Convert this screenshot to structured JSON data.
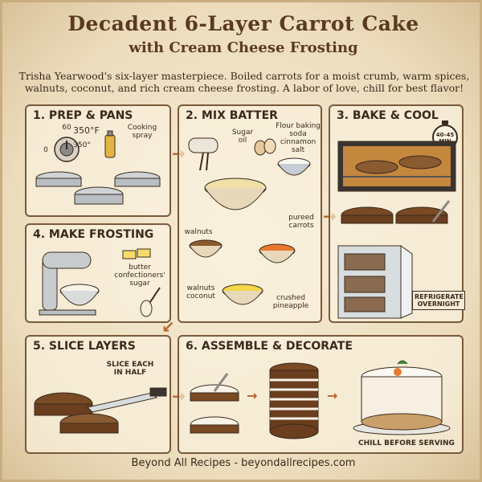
{
  "header": {
    "title": "Decadent 6-Layer Carrot Cake",
    "subtitle": "with Cream Cheese Frosting",
    "intro": "Trisha Yearwood's six-layer masterpiece. Boiled carrots for a moist crumb, warm spices, walnuts, coconut, and rich cream cheese frosting. A labor of love, chill for best flavor!"
  },
  "steps": {
    "prep": {
      "title": "1. PREP & PANS",
      "oven_temp": "350°F",
      "dial_low": "0",
      "dial_mark": "60",
      "dial_mid": "350°",
      "spray": "Cooking spray"
    },
    "mix": {
      "title": "2. MIX BATTER",
      "sugar_oil": "Sugar oil",
      "dry": "Flour baking soda cinnamon salt",
      "walnuts": "walnuts",
      "carrots": "pureed carrots",
      "walnuts_coconut": "walnuts coconut",
      "pineapple": "crushed pineapple"
    },
    "bake": {
      "title": "3. BAKE & COOL",
      "timer": "40-45 MIN",
      "refrigerate": "REFRIGERATE OVERNIGHT"
    },
    "frost": {
      "title": "4. MAKE FROSTING",
      "butter_sugar": "butter confectioners' sugar"
    },
    "slice": {
      "title": "5. SLICE LAYERS",
      "note": "SLICE EACH IN HALF"
    },
    "assemble": {
      "title": "6. ASSEMBLE & DECORATE",
      "chill": "CHILL BEFORE SERVING"
    }
  },
  "footer": {
    "credit": "Beyond All Recipes - beyondallrecipes.com"
  },
  "colors": {
    "ink": "#3b2a1c",
    "accent": "#b5652a",
    "parchment": "#efe3c8",
    "frame": "#7a5a3a"
  }
}
